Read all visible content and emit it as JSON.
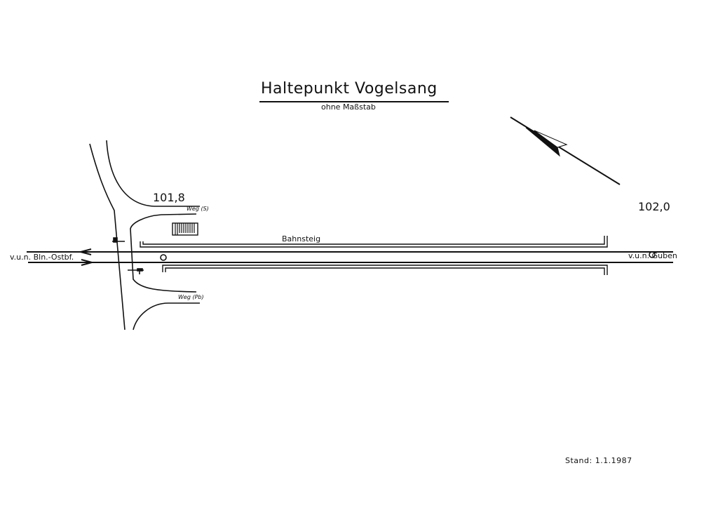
{
  "title": "Haltepunkt Vogelsang",
  "subtitle": "ohne Maßstab",
  "km_markers": [
    "101,8",
    "102,0"
  ],
  "labels": {
    "weg_s": "Weg (S)",
    "weg_pb": "Weg (Pb)",
    "platform": "Bahnsteig",
    "direction_west": "v.u.n. Bln.-Ostbf.",
    "direction_east": "v.u.n. Guben"
  },
  "date_stamp": "Stand: 1.1.1987",
  "icons": [
    "north-arrow-icon",
    "signal-icon",
    "station-building-icon"
  ]
}
